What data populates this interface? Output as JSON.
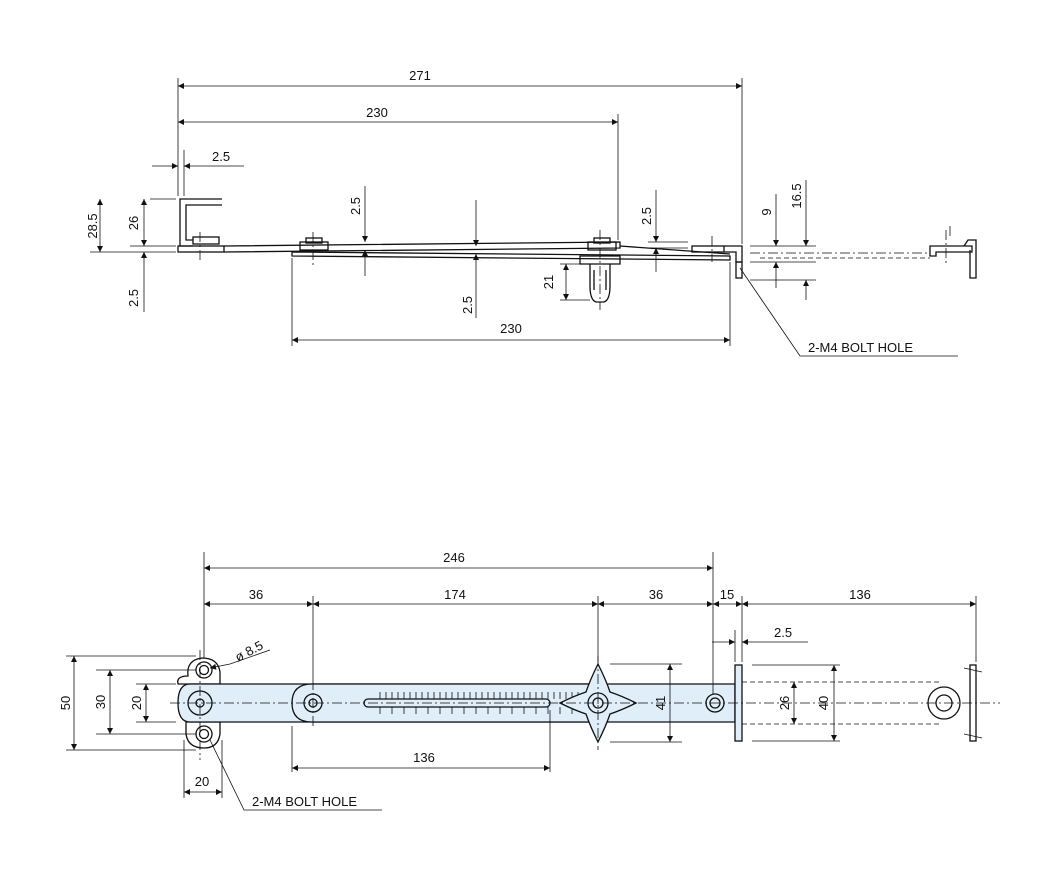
{
  "side_view": {
    "dims": {
      "d271": "271",
      "d230_top": "230",
      "d2_5_a": "2.5",
      "d28_5": "28.5",
      "d26": "26",
      "d2_5_left": "2.5",
      "d2_5_mid": "2.5",
      "d2_5_right": "2.5",
      "d21": "21",
      "d2_5_low": "2.5",
      "d230_bottom": "230",
      "d9": "9",
      "d16_5": "16.5"
    },
    "callout": "2-M4 BOLT HOLE"
  },
  "top_view": {
    "dims": {
      "d246": "246",
      "d36_left": "36",
      "d174": "174",
      "d36_right": "36",
      "d15": "15",
      "d136_right": "136",
      "d2_5": "2.5",
      "d8_5": "ø 8.5",
      "d50": "50",
      "d30": "30",
      "d20_v": "20",
      "d41": "41",
      "d26": "26",
      "d40": "40",
      "d136_bottom": "136",
      "d20_h": "20"
    },
    "callout": "2-M4 BOLT HOLE"
  }
}
